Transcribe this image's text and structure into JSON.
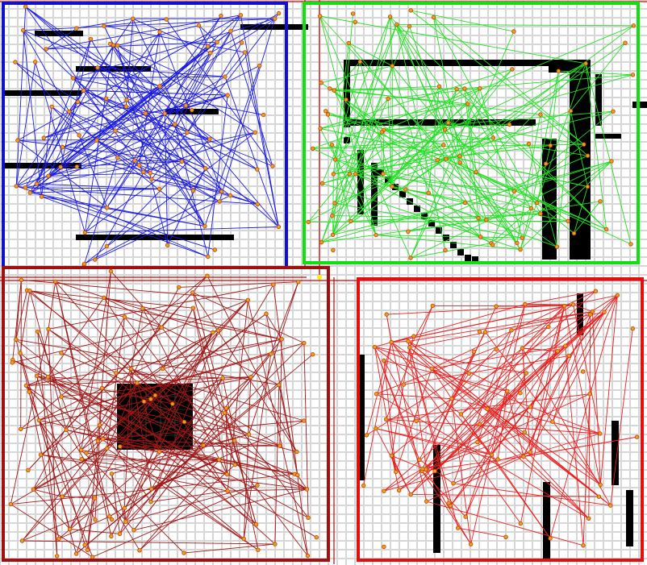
{
  "colors": {
    "grid": "#d6d6d6",
    "background": "#ffffff",
    "wall": "#000000",
    "divider": "#d00000",
    "node_fill": "#e8a020",
    "node_stroke": "#c04000"
  },
  "regions": [
    {
      "name": "region-blue",
      "color": "#1010d0",
      "edges": "#1a1adf",
      "seed": 11,
      "edge_count": 160
    },
    {
      "name": "region-green",
      "color": "#10e010",
      "edges": "#22e022",
      "seed": 23,
      "edge_count": 170
    },
    {
      "name": "region-darkred",
      "color": "#a01010",
      "edges": "#a01818",
      "seed": 37,
      "edge_count": 200
    },
    {
      "name": "region-red",
      "color": "#e01010",
      "edges": "#e82020",
      "seed": 53,
      "edge_count": 150
    }
  ]
}
